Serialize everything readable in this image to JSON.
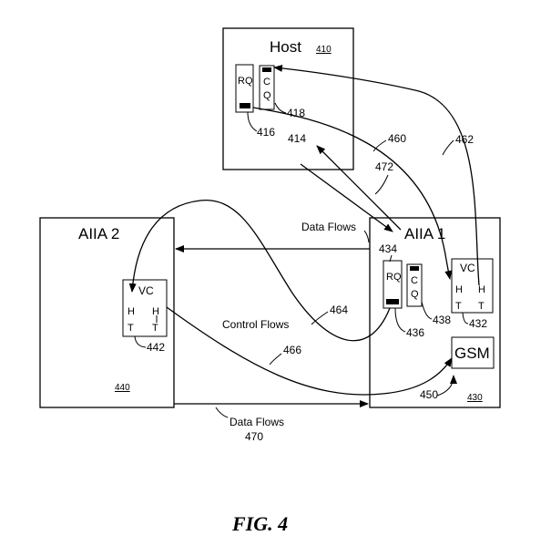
{
  "host": {
    "title": "Host",
    "ref": "410",
    "rq": "RQ",
    "cq_c": "C",
    "cq_q": "Q",
    "ref_rq": "416",
    "ref_cq": "418",
    "ref_conn": "414"
  },
  "aiia2": {
    "title": "AIIA 2",
    "ref": "440",
    "vc_label": "VC",
    "h1": "H",
    "h2": "H",
    "t1": "T",
    "t2": "T",
    "ref_vc": "442"
  },
  "aiia1": {
    "title": "AIIA 1",
    "ref": "430",
    "rq": "RQ",
    "cq_c": "C",
    "cq_q": "Q",
    "ref_rq_group": "434",
    "ref_rq": "436",
    "ref_cq": "438",
    "vc_label": "VC",
    "h1": "H",
    "h2": "H",
    "t1": "T",
    "t2": "T",
    "ref_vc": "432",
    "gsm": "GSM",
    "ref_gsm": "450"
  },
  "flows": {
    "data_flows_top": "Data Flows",
    "data_flows_bottom": "Data Flows",
    "control_flows": "Control Flows",
    "ref_460": "460",
    "ref_462": "462",
    "ref_464": "464",
    "ref_466": "466",
    "ref_470": "470",
    "ref_472": "472"
  },
  "figure": {
    "caption": "FIG. 4"
  }
}
